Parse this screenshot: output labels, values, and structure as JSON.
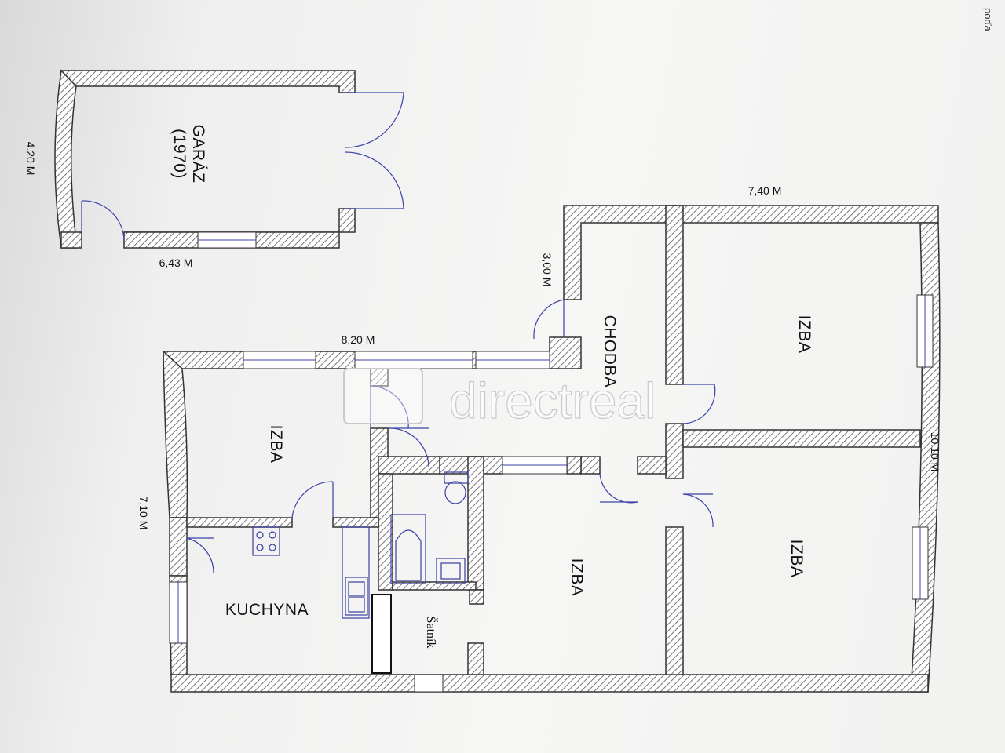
{
  "rooms": {
    "garage_name": "GARÁZ",
    "garage_year": "(1970)",
    "hall": "CHODBA",
    "room_top_right": "IZBA",
    "room_bottom_right": "IZBA",
    "room_middle": "IZBA",
    "room_left": "IZBA",
    "kitchen": "KUCHYNA",
    "wardrobe": "Šatník"
  },
  "dimensions": {
    "garage_length": "6,43 M",
    "garage_width": "4.20 M",
    "house_top_width": "7,40 M",
    "hall_width": "3,00 M",
    "house_left_width": "8,20 M",
    "house_depth_right": "10,10 M",
    "house_depth_left": "7,10 M"
  },
  "watermark": {
    "text": "directreal"
  },
  "corner_text": "poďa",
  "colors": {
    "wall_hatch": "#555",
    "fixture_blue": "#3a3fa0",
    "door_blue": "#3b43a8"
  }
}
